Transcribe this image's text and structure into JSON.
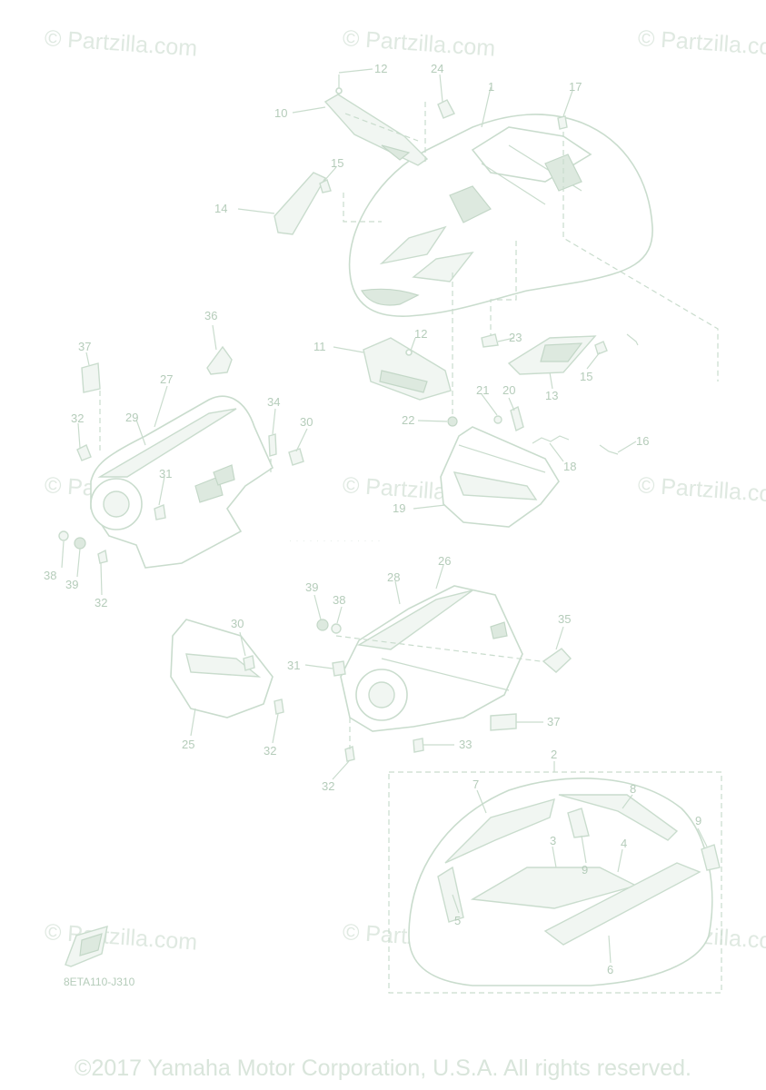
{
  "watermark_text": "© Partzilla.com",
  "diagram_code": "8ETA110-J310",
  "copyright": "©2017 Yamaha Motor Corporation, U.S.A. All rights reserved.",
  "faint_text": "· · · · · · · · · · · · · ·",
  "callouts": {
    "c1": "1",
    "c2": "2",
    "c3": "3",
    "c4": "4",
    "c5": "5",
    "c6": "6",
    "c7": "7",
    "c8": "8",
    "c9a": "9",
    "c9b": "9",
    "c10": "10",
    "c11": "11",
    "c12a": "12",
    "c12b": "12",
    "c13": "13",
    "c14": "14",
    "c15a": "15",
    "c15b": "15",
    "c16": "16",
    "c17": "17",
    "c18": "18",
    "c19": "19",
    "c20": "20",
    "c21": "21",
    "c22": "22",
    "c23": "23",
    "c24": "24",
    "c25": "25",
    "c26": "26",
    "c27": "27",
    "c28": "28",
    "c29": "29",
    "c30a": "30",
    "c30b": "30",
    "c31a": "31",
    "c31b": "31",
    "c32a": "32",
    "c32b": "32",
    "c32c": "32",
    "c32d": "32",
    "c33": "33",
    "c34": "34",
    "c35": "35",
    "c36": "36",
    "c37a": "37",
    "c37b": "37",
    "c38a": "38",
    "c38b": "38",
    "c39a": "39",
    "c39b": "39"
  },
  "colors": {
    "line": "#c9dccd",
    "label": "#b5ccba",
    "watermark": "#dfe9e1"
  }
}
